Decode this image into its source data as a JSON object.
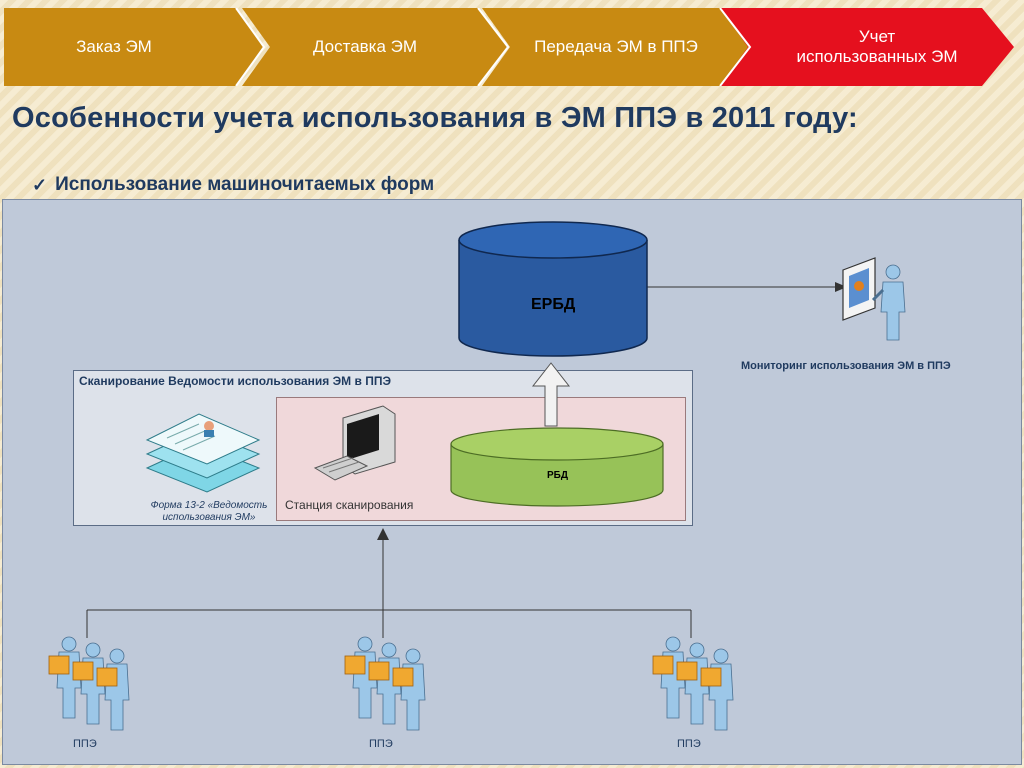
{
  "breadcrumb": {
    "steps": [
      {
        "label": "Заказ ЭМ"
      },
      {
        "label": "Доставка ЭМ"
      },
      {
        "label": "Передача  ЭМ в ППЭ"
      },
      {
        "label_line1": "Учет",
        "label_line2": "использованных ЭМ"
      }
    ]
  },
  "heading": "Особенности учета использования в ЭМ ППЭ в 2011 году:",
  "bullet": "Использование машиночитаемых форм",
  "diagram": {
    "erbd_label": "ЕРБД",
    "rbd_label": "РБД",
    "scan_title": "Сканирование Ведомости использования ЭМ в ППЭ",
    "station_label": "Станция сканирования",
    "form_caption_line1": "Форма 13-2 «Ведомость",
    "form_caption_line2": "использования ЭМ»",
    "monitor_caption": "Мониторинг использования ЭМ в ППЭ",
    "ppe_labels": [
      "ППЭ",
      "ППЭ",
      "ППЭ"
    ]
  },
  "colors": {
    "breadcrumb_inactive": "#c88a12",
    "breadcrumb_active": "#e5101e",
    "heading": "#1f3a5f",
    "erbd_fill": "#2a5aa0",
    "rbd_fill": "#97c258",
    "diagram_bg": "#bfc9d9"
  }
}
